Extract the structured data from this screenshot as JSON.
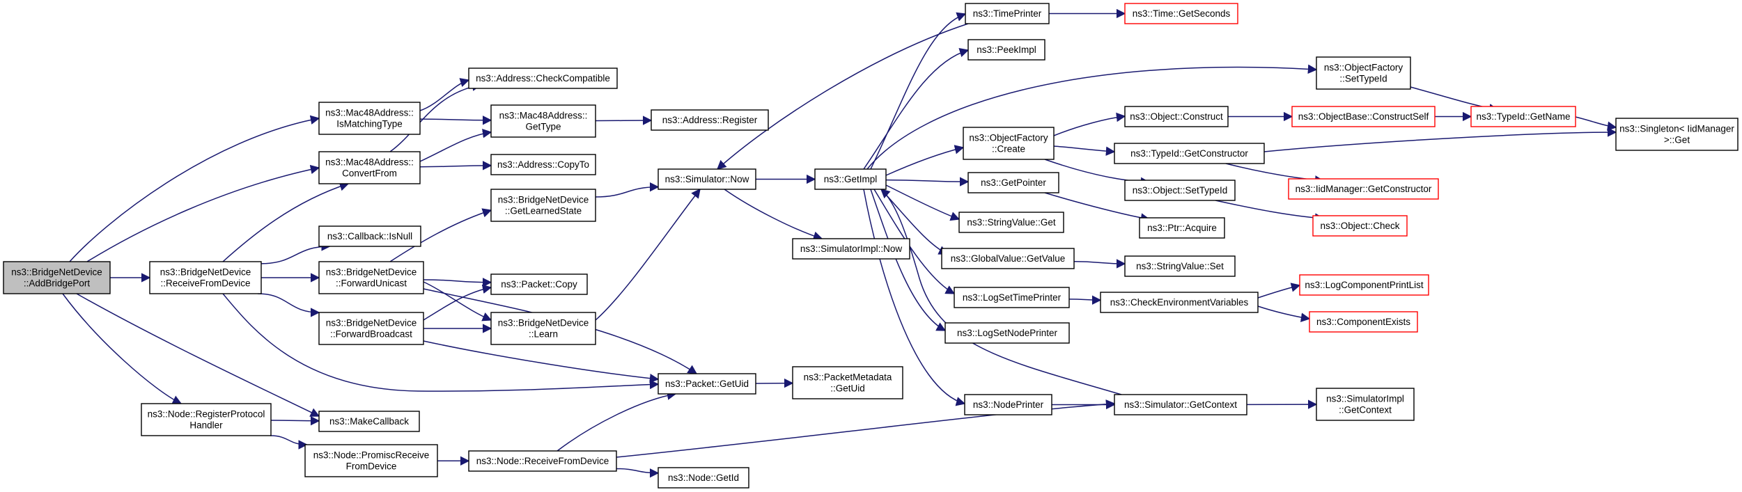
{
  "graph": {
    "root": "AddBridgePort",
    "nodes": [
      {
        "id": "AddBridgePort",
        "lines": [
          "ns3::BridgeNetDevice",
          "::AddBridgePort"
        ],
        "style": "root"
      },
      {
        "id": "ReceiveFromDevice",
        "lines": [
          "ns3::BridgeNetDevice",
          "::ReceiveFromDevice"
        ]
      },
      {
        "id": "IsMatchingType",
        "lines": [
          "ns3::Mac48Address::",
          "IsMatchingType"
        ]
      },
      {
        "id": "ConvertFrom",
        "lines": [
          "ns3::Mac48Address::",
          "ConvertFrom"
        ]
      },
      {
        "id": "CheckCompatible",
        "lines": [
          "ns3::Address::CheckCompatible"
        ]
      },
      {
        "id": "Mac48GetType",
        "lines": [
          "ns3::Mac48Address::",
          "GetType"
        ]
      },
      {
        "id": "AddressRegister",
        "lines": [
          "ns3::Address::Register"
        ]
      },
      {
        "id": "CopyTo",
        "lines": [
          "ns3::Address::CopyTo"
        ]
      },
      {
        "id": "CallbackIsNull",
        "lines": [
          "ns3::Callback::IsNull"
        ]
      },
      {
        "id": "GetLearnedState",
        "lines": [
          "ns3::BridgeNetDevice",
          "::GetLearnedState"
        ]
      },
      {
        "id": "ForwardUnicast",
        "lines": [
          "ns3::BridgeNetDevice",
          "::ForwardUnicast"
        ]
      },
      {
        "id": "ForwardBroadcast",
        "lines": [
          "ns3::BridgeNetDevice",
          "::ForwardBroadcast"
        ]
      },
      {
        "id": "PacketCopy",
        "lines": [
          "ns3::Packet::Copy"
        ]
      },
      {
        "id": "Learn",
        "lines": [
          "ns3::BridgeNetDevice",
          "::Learn"
        ]
      },
      {
        "id": "RegisterProtocolHandler",
        "lines": [
          "ns3::Node::RegisterProtocol",
          "Handler"
        ]
      },
      {
        "id": "MakeCallback",
        "lines": [
          "ns3::MakeCallback"
        ]
      },
      {
        "id": "PromiscReceive",
        "lines": [
          "ns3::Node::PromiscReceive",
          "FromDevice"
        ]
      },
      {
        "id": "NodeReceiveFromDevice",
        "lines": [
          "ns3::Node::ReceiveFromDevice"
        ]
      },
      {
        "id": "NodeGetId",
        "lines": [
          "ns3::Node::GetId"
        ]
      },
      {
        "id": "PacketGetUid",
        "lines": [
          "ns3::Packet::GetUid"
        ]
      },
      {
        "id": "PacketMetadataGetUid",
        "lines": [
          "ns3::PacketMetadata",
          "::GetUid"
        ]
      },
      {
        "id": "SimulatorNow",
        "lines": [
          "ns3::Simulator::Now"
        ]
      },
      {
        "id": "SimulatorImplNow",
        "lines": [
          "ns3::SimulatorImpl::Now"
        ]
      },
      {
        "id": "GetImpl",
        "lines": [
          "ns3::GetImpl"
        ]
      },
      {
        "id": "TimePrinter",
        "lines": [
          "ns3::TimePrinter"
        ]
      },
      {
        "id": "TimeGetSeconds",
        "lines": [
          "ns3::Time::GetSeconds"
        ],
        "style": "red"
      },
      {
        "id": "PeekImpl",
        "lines": [
          "ns3::PeekImpl"
        ]
      },
      {
        "id": "ObjectFactorySetTypeId",
        "lines": [
          "ns3::ObjectFactory",
          "::SetTypeId"
        ]
      },
      {
        "id": "TypeIdGetName",
        "lines": [
          "ns3::TypeId::GetName"
        ],
        "style": "red"
      },
      {
        "id": "SingletonGet",
        "lines": [
          "ns3::Singleton< IidManager",
          " >::Get"
        ]
      },
      {
        "id": "ObjectFactoryCreate",
        "lines": [
          "ns3::ObjectFactory",
          "::Create"
        ]
      },
      {
        "id": "ObjectConstruct",
        "lines": [
          "ns3::Object::Construct"
        ]
      },
      {
        "id": "ConstructSelf",
        "lines": [
          "ns3::ObjectBase::ConstructSelf"
        ],
        "style": "red"
      },
      {
        "id": "TypeIdGetConstructor",
        "lines": [
          "ns3::TypeId::GetConstructor"
        ]
      },
      {
        "id": "IidManagerGetConstructor",
        "lines": [
          "ns3::IidManager::GetConstructor"
        ],
        "style": "red"
      },
      {
        "id": "ObjectSetTypeId",
        "lines": [
          "ns3::Object::SetTypeId"
        ]
      },
      {
        "id": "ObjectCheck",
        "lines": [
          "ns3::Object::Check"
        ],
        "style": "red"
      },
      {
        "id": "GetPointer",
        "lines": [
          "ns3::GetPointer"
        ]
      },
      {
        "id": "PtrAcquire",
        "lines": [
          "ns3::Ptr::Acquire"
        ]
      },
      {
        "id": "StringValueGet",
        "lines": [
          "ns3::StringValue::Get"
        ]
      },
      {
        "id": "GlobalValueGetValue",
        "lines": [
          "ns3::GlobalValue::GetValue"
        ]
      },
      {
        "id": "StringValueSet",
        "lines": [
          "ns3::StringValue::Set"
        ]
      },
      {
        "id": "LogSetTimePrinter",
        "lines": [
          "ns3::LogSetTimePrinter"
        ]
      },
      {
        "id": "CheckEnvironmentVariables",
        "lines": [
          "ns3::CheckEnvironmentVariables"
        ]
      },
      {
        "id": "LogComponentPrintList",
        "lines": [
          "ns3::LogComponentPrintList"
        ],
        "style": "red"
      },
      {
        "id": "ComponentExists",
        "lines": [
          "ns3::ComponentExists"
        ],
        "style": "red"
      },
      {
        "id": "LogSetNodePrinter",
        "lines": [
          "ns3::LogSetNodePrinter"
        ]
      },
      {
        "id": "NodePrinter",
        "lines": [
          "ns3::NodePrinter"
        ]
      },
      {
        "id": "SimulatorGetContext",
        "lines": [
          "ns3::Simulator::GetContext"
        ]
      },
      {
        "id": "SimulatorImplGetContext",
        "lines": [
          "ns3::SimulatorImpl",
          "::GetContext"
        ]
      }
    ],
    "edges": [
      [
        "AddBridgePort",
        "ReceiveFromDevice"
      ],
      [
        "AddBridgePort",
        "IsMatchingType"
      ],
      [
        "AddBridgePort",
        "ConvertFrom"
      ],
      [
        "AddBridgePort",
        "RegisterProtocolHandler"
      ],
      [
        "AddBridgePort",
        "MakeCallback"
      ],
      [
        "ReceiveFromDevice",
        "ConvertFrom"
      ],
      [
        "ReceiveFromDevice",
        "CallbackIsNull"
      ],
      [
        "ReceiveFromDevice",
        "ForwardUnicast"
      ],
      [
        "ReceiveFromDevice",
        "ForwardBroadcast"
      ],
      [
        "ReceiveFromDevice",
        "PacketGetUid"
      ],
      [
        "IsMatchingType",
        "CheckCompatible"
      ],
      [
        "IsMatchingType",
        "Mac48GetType"
      ],
      [
        "ConvertFrom",
        "CheckCompatible"
      ],
      [
        "ConvertFrom",
        "Mac48GetType"
      ],
      [
        "ConvertFrom",
        "CopyTo"
      ],
      [
        "Mac48GetType",
        "AddressRegister"
      ],
      [
        "ForwardUnicast",
        "GetLearnedState"
      ],
      [
        "ForwardUnicast",
        "PacketCopy"
      ],
      [
        "ForwardUnicast",
        "Learn"
      ],
      [
        "ForwardUnicast",
        "PacketGetUid"
      ],
      [
        "ForwardBroadcast",
        "PacketCopy"
      ],
      [
        "ForwardBroadcast",
        "Learn"
      ],
      [
        "ForwardBroadcast",
        "PacketGetUid"
      ],
      [
        "GetLearnedState",
        "SimulatorNow"
      ],
      [
        "Learn",
        "SimulatorNow"
      ],
      [
        "RegisterProtocolHandler",
        "MakeCallback"
      ],
      [
        "RegisterProtocolHandler",
        "PromiscReceive"
      ],
      [
        "PromiscReceive",
        "NodeReceiveFromDevice"
      ],
      [
        "NodeReceiveFromDevice",
        "PacketGetUid"
      ],
      [
        "NodeReceiveFromDevice",
        "NodeGetId"
      ],
      [
        "NodeReceiveFromDevice",
        "SimulatorGetContext"
      ],
      [
        "PacketGetUid",
        "PacketMetadataGetUid"
      ],
      [
        "SimulatorNow",
        "GetImpl"
      ],
      [
        "SimulatorNow",
        "SimulatorImplNow"
      ],
      [
        "GetImpl",
        "TimePrinter"
      ],
      [
        "GetImpl",
        "PeekImpl"
      ],
      [
        "GetImpl",
        "ObjectFactorySetTypeId"
      ],
      [
        "GetImpl",
        "ObjectFactoryCreate"
      ],
      [
        "GetImpl",
        "GetPointer"
      ],
      [
        "GetImpl",
        "StringValueGet"
      ],
      [
        "GetImpl",
        "GlobalValueGetValue"
      ],
      [
        "GetImpl",
        "LogSetTimePrinter"
      ],
      [
        "GetImpl",
        "LogSetNodePrinter"
      ],
      [
        "GetImpl",
        "NodePrinter"
      ],
      [
        "TimePrinter",
        "TimeGetSeconds"
      ],
      [
        "TimePrinter",
        "SimulatorNow"
      ],
      [
        "ObjectFactorySetTypeId",
        "TypeIdGetName"
      ],
      [
        "TypeIdGetName",
        "SingletonGet"
      ],
      [
        "ObjectFactoryCreate",
        "ObjectConstruct"
      ],
      [
        "ObjectFactoryCreate",
        "TypeIdGetConstructor"
      ],
      [
        "ObjectFactoryCreate",
        "ObjectSetTypeId"
      ],
      [
        "ObjectConstruct",
        "ConstructSelf"
      ],
      [
        "ConstructSelf",
        "TypeIdGetName"
      ],
      [
        "TypeIdGetConstructor",
        "SingletonGet"
      ],
      [
        "TypeIdGetConstructor",
        "IidManagerGetConstructor"
      ],
      [
        "ObjectSetTypeId",
        "ObjectCheck"
      ],
      [
        "GetPointer",
        "PtrAcquire"
      ],
      [
        "GlobalValueGetValue",
        "StringValueSet"
      ],
      [
        "LogSetTimePrinter",
        "CheckEnvironmentVariables"
      ],
      [
        "CheckEnvironmentVariables",
        "LogComponentPrintList"
      ],
      [
        "CheckEnvironmentVariables",
        "ComponentExists"
      ],
      [
        "NodePrinter",
        "SimulatorGetContext"
      ],
      [
        "SimulatorGetContext",
        "GetImpl"
      ],
      [
        "SimulatorGetContext",
        "SimulatorImplGetContext"
      ]
    ]
  },
  "colors": {
    "edge": "#191970",
    "node_border": "#000000",
    "missing_node_border": "#ff0000",
    "root_fill": "#bfbfbf",
    "background": "#ffffff"
  }
}
